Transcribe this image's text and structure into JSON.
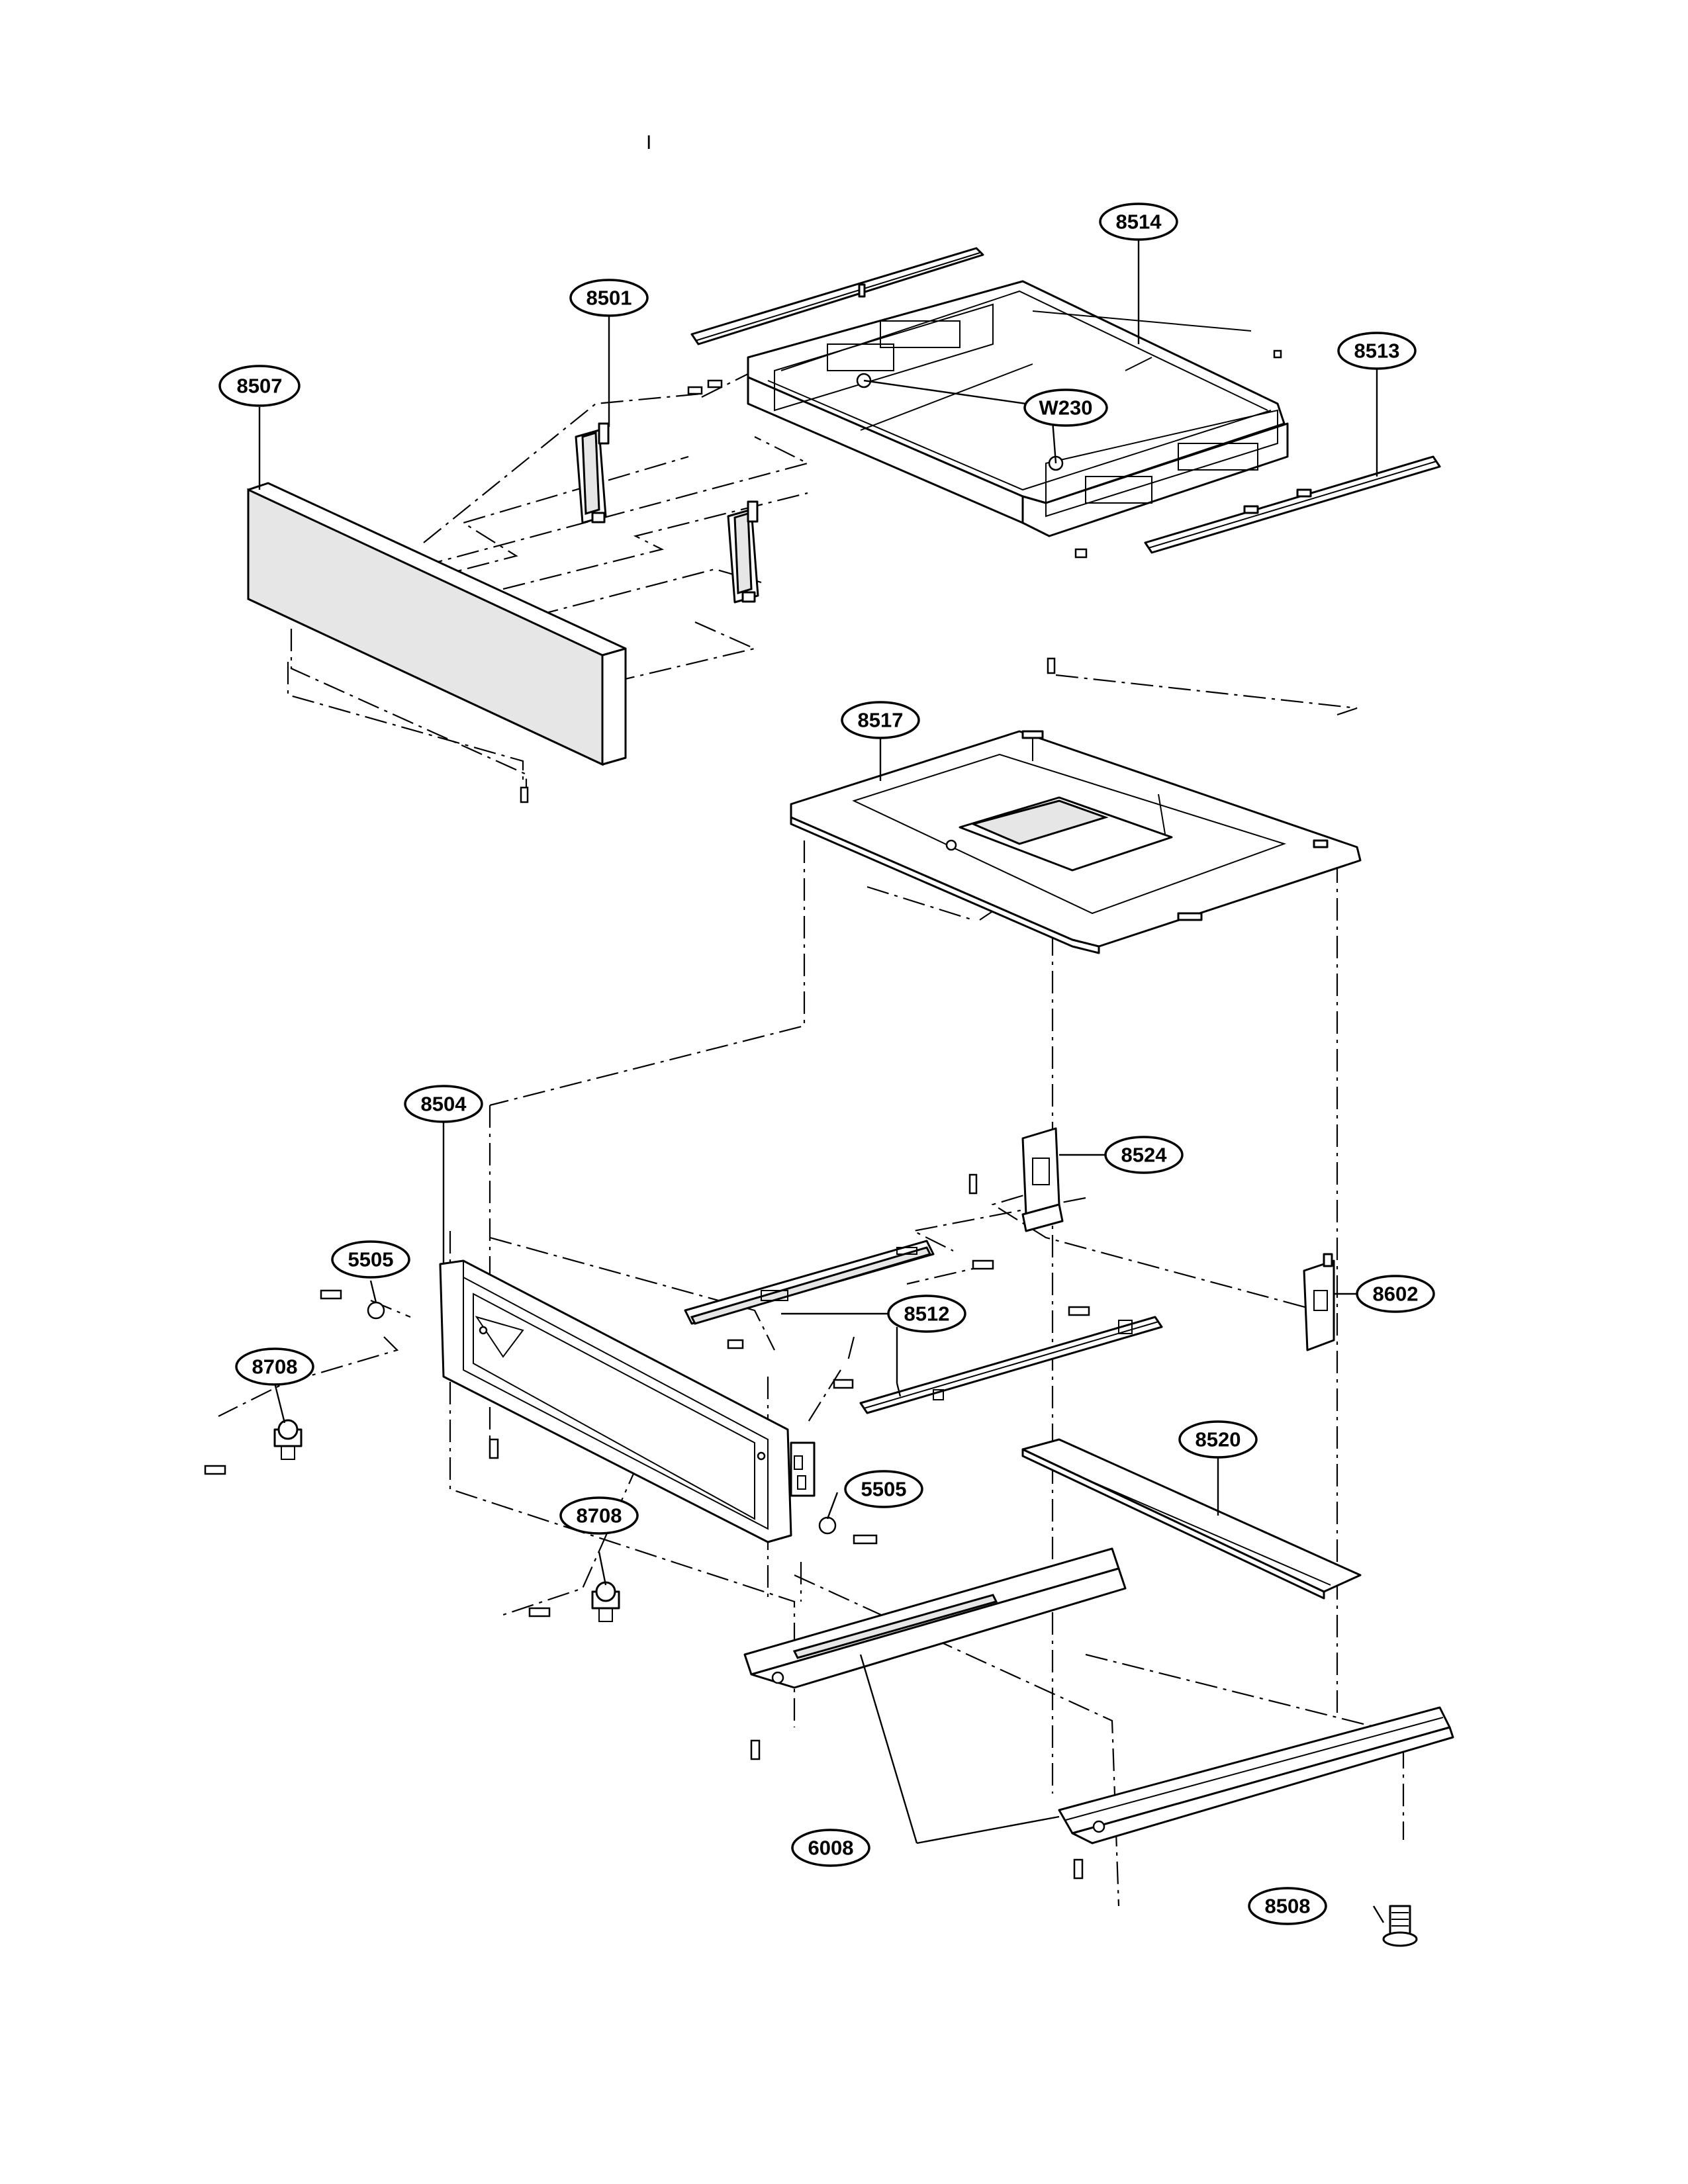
{
  "header_mark": "I",
  "callouts": {
    "c8514": "8514",
    "c8501": "8501",
    "c8507": "8507",
    "c8513": "8513",
    "cW230": "W230",
    "c8517": "8517",
    "c8504": "8504",
    "c8524": "8524",
    "c5505a": "5505",
    "c8512": "8512",
    "c8602": "8602",
    "c8708a": "8708",
    "c8520": "8520",
    "c5505b": "5505",
    "c8708b": "8708",
    "c6008": "6008",
    "c8508": "8508"
  },
  "colors": {
    "line": "#000000",
    "background": "#ffffff",
    "panel_fill": "#e6e6e6"
  }
}
